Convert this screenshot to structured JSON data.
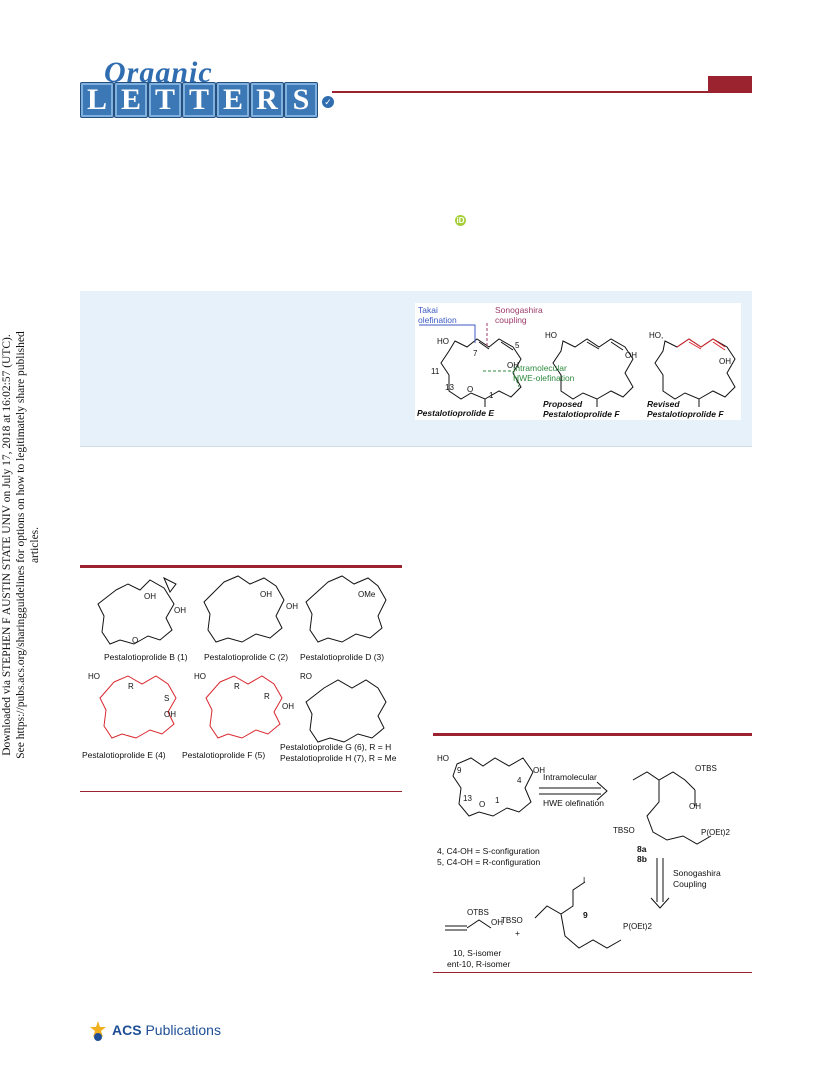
{
  "journal": {
    "logo_script": "Organic",
    "logo_letters": [
      "L",
      "E",
      "T",
      "T",
      "E",
      "R",
      "S"
    ],
    "check_glyph": "✓"
  },
  "orcid": "iD",
  "toc": {
    "takai": [
      "Takai",
      "olefination"
    ],
    "sonogashira": [
      "Sonogashira",
      "coupling"
    ],
    "hwe": [
      "Intramolecular",
      "HWE-olefination"
    ],
    "atoms": {
      "ho": "HO",
      "oh": "OH",
      "n7": "7",
      "n5": "5",
      "n11": "11",
      "n13": "13",
      "n1": "1",
      "o": "O"
    },
    "name_e": "Pestalotioprolide E",
    "proposed": [
      "Proposed",
      "Pestalotioprolide F"
    ],
    "revised": [
      "Revised",
      "Pestalotioprolide F"
    ],
    "revised_ho": "HO,",
    "revised_oh": "OH"
  },
  "figure1": {
    "cap_b": "Pestalotioprolide B (1)",
    "cap_c": "Pestalotioprolide C (2)",
    "cap_d": "Pestalotioprolide D (3)",
    "cap_e": "Pestalotioprolide E (4)",
    "cap_f": "Pestalotioprolide F (5)",
    "cap_g": "Pestalotioprolide G (6), R = H",
    "cap_h": "Pestalotioprolide H (7), R = Me",
    "atoms": {
      "oh": "OH",
      "ome": "OMe",
      "ho": "HO",
      "ro": "RO",
      "o": "O",
      "r": "R",
      "s": "S"
    }
  },
  "scheme1": {
    "intramolecular": "Intramolecular",
    "hwe": "HWE olefination",
    "sono1": "Sonogashira",
    "sono2": "Coupling",
    "c4s": "4, C4-OH = S-configuration",
    "c4r": "5, C4-OH = R-configuration",
    "c8a": "8a",
    "c8b": "8b",
    "c9": "9",
    "c10": "10, S-isomer",
    "cent10": "ent-10, R-isomer",
    "plus": "+",
    "atoms": {
      "ho": "HO",
      "oh": "OH",
      "otbs": "OTBS",
      "tbso": "TBSO",
      "po": "P(OEt)2",
      "i": "I",
      "n9": "9",
      "n13": "13",
      "n1": "1",
      "n4": "4",
      "o": "O"
    }
  },
  "side_text": [
    "Downloaded via STEPHEN F AUSTIN STATE UNIV on July 17, 2018 at 16:02:57 (UTC).",
    "See https://pubs.acs.org/sharingguidelines for options on how to legitimately share published articles."
  ],
  "footer": {
    "acs": "ACS",
    "publications": "Publications"
  }
}
